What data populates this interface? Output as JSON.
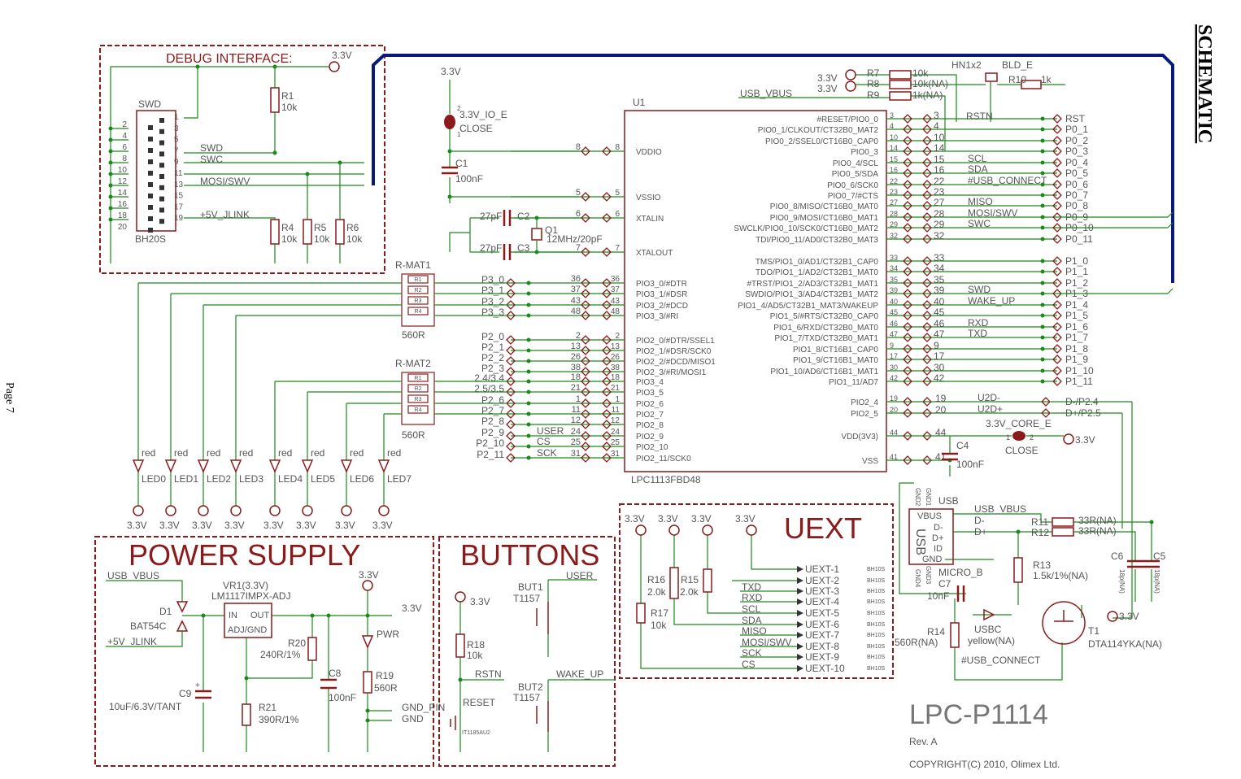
{
  "header": {
    "schematic_title": "SCHEMATIC",
    "page_label": "Page 7"
  },
  "board": {
    "name": "LPC-P1114",
    "rev": "Rev. A",
    "copyright": "COPYRIGHT(C) 2010, Olimex Ltd."
  },
  "supply": {
    "v33": "3.3V",
    "usb_vbus": "USB_VBUS",
    "v5_jlink": "+5V_JLINK"
  },
  "debug": {
    "title": "DEBUG INTERFACE:",
    "connector": "SWD",
    "connector_part": "BH20S",
    "pins_left": [
      "2",
      "4",
      "6",
      "8",
      "10",
      "12",
      "14",
      "16",
      "18",
      "20"
    ],
    "pins_right": [
      "1",
      "3",
      "5",
      "7",
      "9",
      "11",
      "13",
      "15",
      "17",
      "19"
    ],
    "nets": [
      "SWD",
      "SWC",
      "MOSI/SWV",
      "+5V_JLINK"
    ],
    "r1": {
      "name": "R1",
      "value": "10k"
    },
    "r4": {
      "name": "R4",
      "value": "10k"
    },
    "r5": {
      "name": "R5",
      "value": "10k"
    },
    "r6": {
      "name": "R6",
      "value": "10k"
    }
  },
  "ioe": {
    "jumper": "3.3V_IO_E",
    "state": "CLOSE",
    "pin1": "1",
    "pin2": "2",
    "c1": "C1",
    "c1v": "100nF"
  },
  "crystal": {
    "c2": "C2",
    "c3": "C3",
    "c2v": "27pF",
    "c3v": "27pF",
    "q1": "Q1",
    "q1v": "12MHz/20pF"
  },
  "mcu": {
    "ref": "U1",
    "part": "LPC1113FBD48",
    "left_pins": [
      {
        "num": "8",
        "name": "VDDIO"
      },
      {
        "num": "5",
        "name": "VSSIO"
      },
      {
        "num": "6",
        "name": "XTALIN"
      },
      {
        "num": "7",
        "name": "XTALOUT"
      },
      {
        "num": "36",
        "name": "PIO3_0/#DTR",
        "net": "P3_0"
      },
      {
        "num": "37",
        "name": "PIO3_1/#DSR",
        "net": "P3_1"
      },
      {
        "num": "43",
        "name": "PIO3_2/#DCD",
        "net": "P3_2"
      },
      {
        "num": "48",
        "name": "PIO3_3/#RI",
        "net": "P3_3"
      },
      {
        "num": "2",
        "name": "PIO2_0/#DTR/SSEL1",
        "net": "P2_0"
      },
      {
        "num": "13",
        "name": "PIO2_1/#DSR/SCK0",
        "net": "P2_1"
      },
      {
        "num": "26",
        "name": "PIO2_2/#DCD/MISO1",
        "net": "P2_2"
      },
      {
        "num": "38",
        "name": "PIO2_3/#RI/MOSI1",
        "net": "P2_3"
      },
      {
        "num": "18",
        "name": "PIO3_4",
        "net": "2.4/3.4"
      },
      {
        "num": "21",
        "name": "PIO3_5",
        "net": "2.5/3.5"
      },
      {
        "num": "1",
        "name": "PIO2_6",
        "net": "P2_6"
      },
      {
        "num": "11",
        "name": "PIO2_7",
        "net": "P2_7"
      },
      {
        "num": "12",
        "name": "PIO2_8",
        "net": "P2_8"
      },
      {
        "num": "24",
        "name": "PIO2_9",
        "net": "P2_9",
        "label": "USER"
      },
      {
        "num": "25",
        "name": "PIO2_10",
        "net": "P2_10",
        "label": "CS"
      },
      {
        "num": "31",
        "name": "PIO2_11/SCK0",
        "net": "P2_11",
        "label": "SCK"
      }
    ],
    "right_pins": [
      {
        "num": "3",
        "name": "#RESET/PIO0_0",
        "net": "RST"
      },
      {
        "num": "4",
        "name": "PIO0_1/CLKOUT/CT32B0_MAT2",
        "net": "P0_1"
      },
      {
        "num": "10",
        "name": "PIO0_2/SSEL0/CT16B0_CAP0",
        "net": "P0_2"
      },
      {
        "num": "14",
        "name": "PIO0_3",
        "net": "P0_3"
      },
      {
        "num": "15",
        "name": "PIO0_4/SCL",
        "net": "P0_4",
        "label": "SCL"
      },
      {
        "num": "16",
        "name": "PIO0_5/SDA",
        "net": "P0_5",
        "label": "SDA"
      },
      {
        "num": "22",
        "name": "PIO0_6/SCK0",
        "net": "P0_6",
        "label": "#USB_CONNECT"
      },
      {
        "num": "23",
        "name": "PIO0_7/#CTS",
        "net": "P0_7"
      },
      {
        "num": "27",
        "name": "PIO0_8/MISO/CT16B0_MAT0",
        "net": "P0_8",
        "label": "MISO"
      },
      {
        "num": "28",
        "name": "PIO0_9/MOSI/CT16B0_MAT1",
        "net": "P0_9",
        "label": "MOSI/SWV"
      },
      {
        "num": "29",
        "name": "SWCLK/PIO0_10/SCK0/CT16B0_MAT2",
        "net": "P0_10",
        "label": "SWC"
      },
      {
        "num": "32",
        "name": "TDI/PIO0_11/AD0/CT32B0_MAT3",
        "net": "P0_11"
      },
      {
        "num": "33",
        "name": "TMS/PIO1_0/AD1/CT32B1_CAP0",
        "net": "P1_0"
      },
      {
        "num": "34",
        "name": "TDO/PIO1_1/AD2/CT32B1_MAT0",
        "net": "P1_1"
      },
      {
        "num": "35",
        "name": "#TRST/PIO1_2/AD3/CT32B1_MAT1",
        "net": "P1_2"
      },
      {
        "num": "39",
        "name": "SWDIO/PIO1_3/AD4/CT32B1_MAT2",
        "net": "P1_3",
        "label": "SWD"
      },
      {
        "num": "40",
        "name": "PIO1_4/AD5/CT32B1_MAT3/WAKEUP",
        "net": "P1_4",
        "label": "WAKE_UP"
      },
      {
        "num": "45",
        "name": "PIO1_5/#RTS/CT32B0_CAP0",
        "net": "P1_5"
      },
      {
        "num": "46",
        "name": "PIO1_6/RXD/CT32B0_MAT0",
        "net": "P1_6",
        "label": "RXD"
      },
      {
        "num": "47",
        "name": "PIO1_7/TXD/CT32B0_MAT1",
        "net": "P1_7",
        "label": "TXD"
      },
      {
        "num": "9",
        "name": "PIO1_8/CT16B1_CAP0",
        "net": "P1_8"
      },
      {
        "num": "17",
        "name": "PIO1_9/CT16B1_MAT0",
        "net": "P1_9"
      },
      {
        "num": "30",
        "name": "PIO1_10/AD6/CT16B1_MAT1",
        "net": "P1_10"
      },
      {
        "num": "42",
        "name": "PIO1_11/AD7",
        "net": "P1_11"
      }
    ],
    "extra_pins": [
      {
        "num": "19",
        "name": "PIO2_4",
        "label": "U2D-",
        "net": "D-/P2.4"
      },
      {
        "num": "20",
        "name": "PIO2_5",
        "label": "U2D+",
        "net": "D+/P2.5"
      },
      {
        "num": "44",
        "name": "VDD(3V3)"
      },
      {
        "num": "41",
        "name": "VSS"
      }
    ]
  },
  "top_right": {
    "r7": "R7",
    "r7v": "10k",
    "r8": "R8",
    "r8v": "10k(NA)",
    "r9": "R9",
    "r9v": "1k(NA)",
    "hn": "HN1x2",
    "bld": "BLD_E",
    "r10": "R10",
    "r10v": "1k",
    "rstn": "RSTN"
  },
  "rmat1": {
    "name": "R-MAT1",
    "value": "560R",
    "res": [
      "R1",
      "R2",
      "R3",
      "R4"
    ]
  },
  "rmat2": {
    "name": "R-MAT2",
    "value": "560R",
    "res": [
      "R1",
      "R2",
      "R3",
      "R4"
    ]
  },
  "leds": [
    {
      "name": "LED0",
      "color": "red"
    },
    {
      "name": "LED1",
      "color": "red"
    },
    {
      "name": "LED2",
      "color": "red"
    },
    {
      "name": "LED3",
      "color": "red"
    },
    {
      "name": "LED4",
      "color": "red"
    },
    {
      "name": "LED5",
      "color": "red"
    },
    {
      "name": "LED6",
      "color": "red"
    },
    {
      "name": "LED7",
      "color": "red"
    }
  ],
  "power": {
    "title": "POWER SUPPLY",
    "vr": "VR1(3.3V)",
    "vr_part": "LM1117IMPX-ADJ",
    "in": "IN",
    "out": "OUT",
    "adj": "ADJ/GND",
    "d1": "D1",
    "d1v": "BAT54C",
    "r20": "R20",
    "r20v": "240R/1%",
    "r21": "R21",
    "r21v": "390R/1%",
    "c8": "C8",
    "c8v": "100nF",
    "c9": "C9",
    "c9v": "10uF/6.3V/TANT",
    "pwr": "PWR",
    "r19": "R19",
    "r19v": "560R",
    "gnd_pin": "GND_PIN",
    "gnd": "GND",
    "plus": "+"
  },
  "buttons": {
    "title": "BUTTONS",
    "but1": "BUT1",
    "but1v": "T1157",
    "user": "USER",
    "but2": "BUT2",
    "but2v": "T1157",
    "wake": "WAKE_UP",
    "r18": "R18",
    "r18v": "10k",
    "rstn": "RSTN",
    "reset": "RESET",
    "reset_part": "IT1185AU2"
  },
  "uext": {
    "title": "UEXT",
    "r15": "R15",
    "r15v": "2.0k",
    "r16": "R16",
    "r16v": "2.0k",
    "r17": "R17",
    "r17v": "10k",
    "pins": [
      "UEXT-1",
      "UEXT-2",
      "UEXT-3",
      "UEXT-4",
      "UEXT-5",
      "UEXT-6",
      "UEXT-7",
      "UEXT-8",
      "UEXT-9",
      "UEXT-10"
    ],
    "pin_part": "BH10S",
    "signals": [
      "",
      "",
      "TXD",
      "RXD",
      "SCL",
      "SDA",
      "MISO",
      "MOSI/SWV",
      "SCK",
      "CS"
    ]
  },
  "usb": {
    "core_jumper": "3.3V_CORE_E",
    "core_state": "CLOSE",
    "c4": "C4",
    "c4v": "100nF",
    "usb": "USB",
    "conn": "MICRO_B",
    "vbus": "VBUS",
    "dm": "D-",
    "dp": "D+",
    "id": "ID",
    "gnd": "GND",
    "gnd1": "GND1",
    "gnd2": "GND2",
    "gnd3": "GND3",
    "gnd4": "GND4",
    "c7": "C7",
    "c7v": "10nF",
    "r11": "R11",
    "r11v": "33R(NA)",
    "r12": "R12",
    "r12v": "33R(NA)",
    "c6": "C6",
    "c6v": "18p(NA)",
    "c5": "C5",
    "c5v": "18p(NA)",
    "r13": "R13",
    "r13v": "1.5k/1%(NA)",
    "r14": "R14",
    "r14v": "560R(NA)",
    "usbc": "USBC",
    "usbcv": "yellow(NA)",
    "t1": "T1",
    "t1v": "DTA114YKA(NA)",
    "usb_conn": "#USB_CONNECT"
  }
}
